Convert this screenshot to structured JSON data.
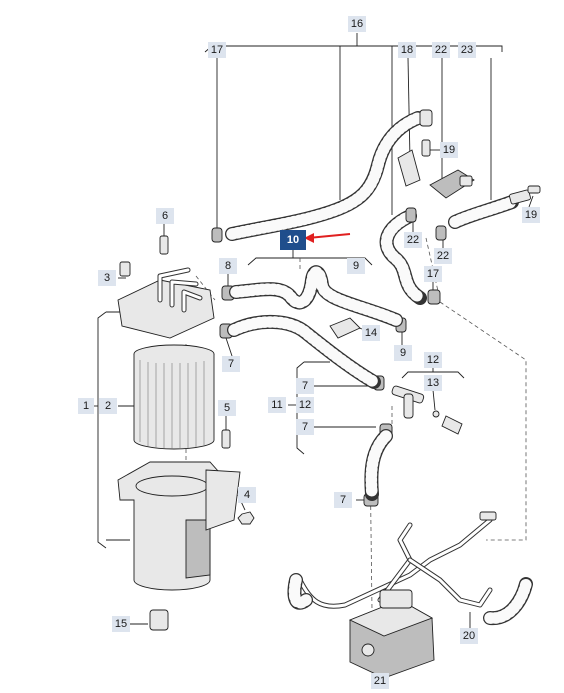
{
  "callouts": {
    "c16": "16",
    "c17a": "17",
    "c18": "18",
    "c22a": "22",
    "c23": "23",
    "c19a": "19",
    "c19b": "19",
    "c22b": "22",
    "c22c": "22",
    "c6": "6",
    "c10": "10",
    "c17b": "17",
    "c3": "3",
    "c8": "8",
    "c9a": "9",
    "c14": "14",
    "c7a": "7",
    "c9b": "9",
    "c12a": "12",
    "c7b": "7",
    "c13": "13",
    "c1": "1",
    "c2": "2",
    "c5": "5",
    "c11": "11",
    "c12b": "12",
    "c7c": "7",
    "c4": "4",
    "c7d": "7",
    "c15": "15",
    "c20": "20",
    "c21": "21"
  },
  "colors": {
    "label_bg": "#dde4ee",
    "selected_bg": "#1f4e8c",
    "arrow": "#e02020"
  }
}
